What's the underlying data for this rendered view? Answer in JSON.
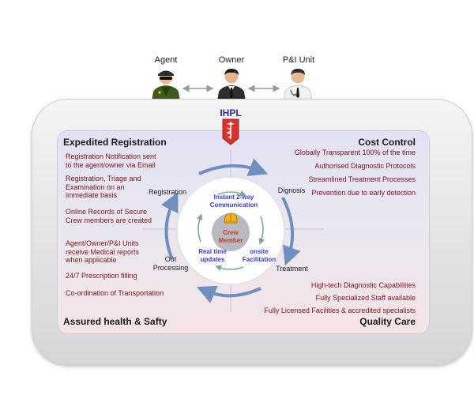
{
  "roles": {
    "agent": "Agent",
    "owner": "Owner",
    "pi_unit": "P&I Unit"
  },
  "hub": {
    "label": "IHPL"
  },
  "corners": {
    "top_left": "Expedited Registration",
    "top_right": "Cost Control",
    "bottom_left": "Assured health & Safty",
    "bottom_right": "Quality Care"
  },
  "left_items": [
    [
      "Registration Notification sent",
      "to the agent/owner via Email"
    ],
    [
      "Registration, Triage and",
      "Examination on an",
      "immediate basis"
    ],
    [
      "Online Records of Secure",
      "Crew members are created"
    ],
    [
      "Agent/Owner/P&I Units",
      "receive Medical reports",
      "when applicable"
    ],
    [
      "24/7 Prescription filling"
    ],
    [
      "Co-ordination of Transportation"
    ]
  ],
  "right_top_items": [
    "Globally Transparent 100% of the time",
    "Authorised Diagnostic Protocols",
    "Streamlined Treatment Processes",
    "Prevention due to early detection"
  ],
  "right_bottom_items": [
    "High-tech Diagnostic Capabilities",
    "Fully Specialized Staff available",
    "Fully Licensed Facilities & accredited specialists"
  ],
  "cycle": {
    "registration": "Registration",
    "diagnosis": "Dignosis",
    "treatment": "Treatment",
    "out_processing": [
      "Out",
      "Processing"
    ],
    "instant_comm": [
      "Instant 2-way",
      "Communication"
    ],
    "real_time": [
      "Real time",
      "updates"
    ],
    "onsite": [
      "onsite",
      "Facilitation"
    ],
    "crew_member": [
      "Crew",
      "Member"
    ]
  },
  "colors": {
    "arrow_green": "#8fb25a",
    "cycle_blue": "#6e8fc0",
    "text_red": "#7a1414",
    "accent_blue": "#3a3ad0",
    "crew_red": "#c0392b",
    "badge_red": "#d9322b"
  },
  "icons": [
    "agent-avatar-icon",
    "owner-avatar-icon",
    "pi-unit-avatar-icon",
    "medical-caduceus-icon",
    "crew-helmet-icon"
  ]
}
